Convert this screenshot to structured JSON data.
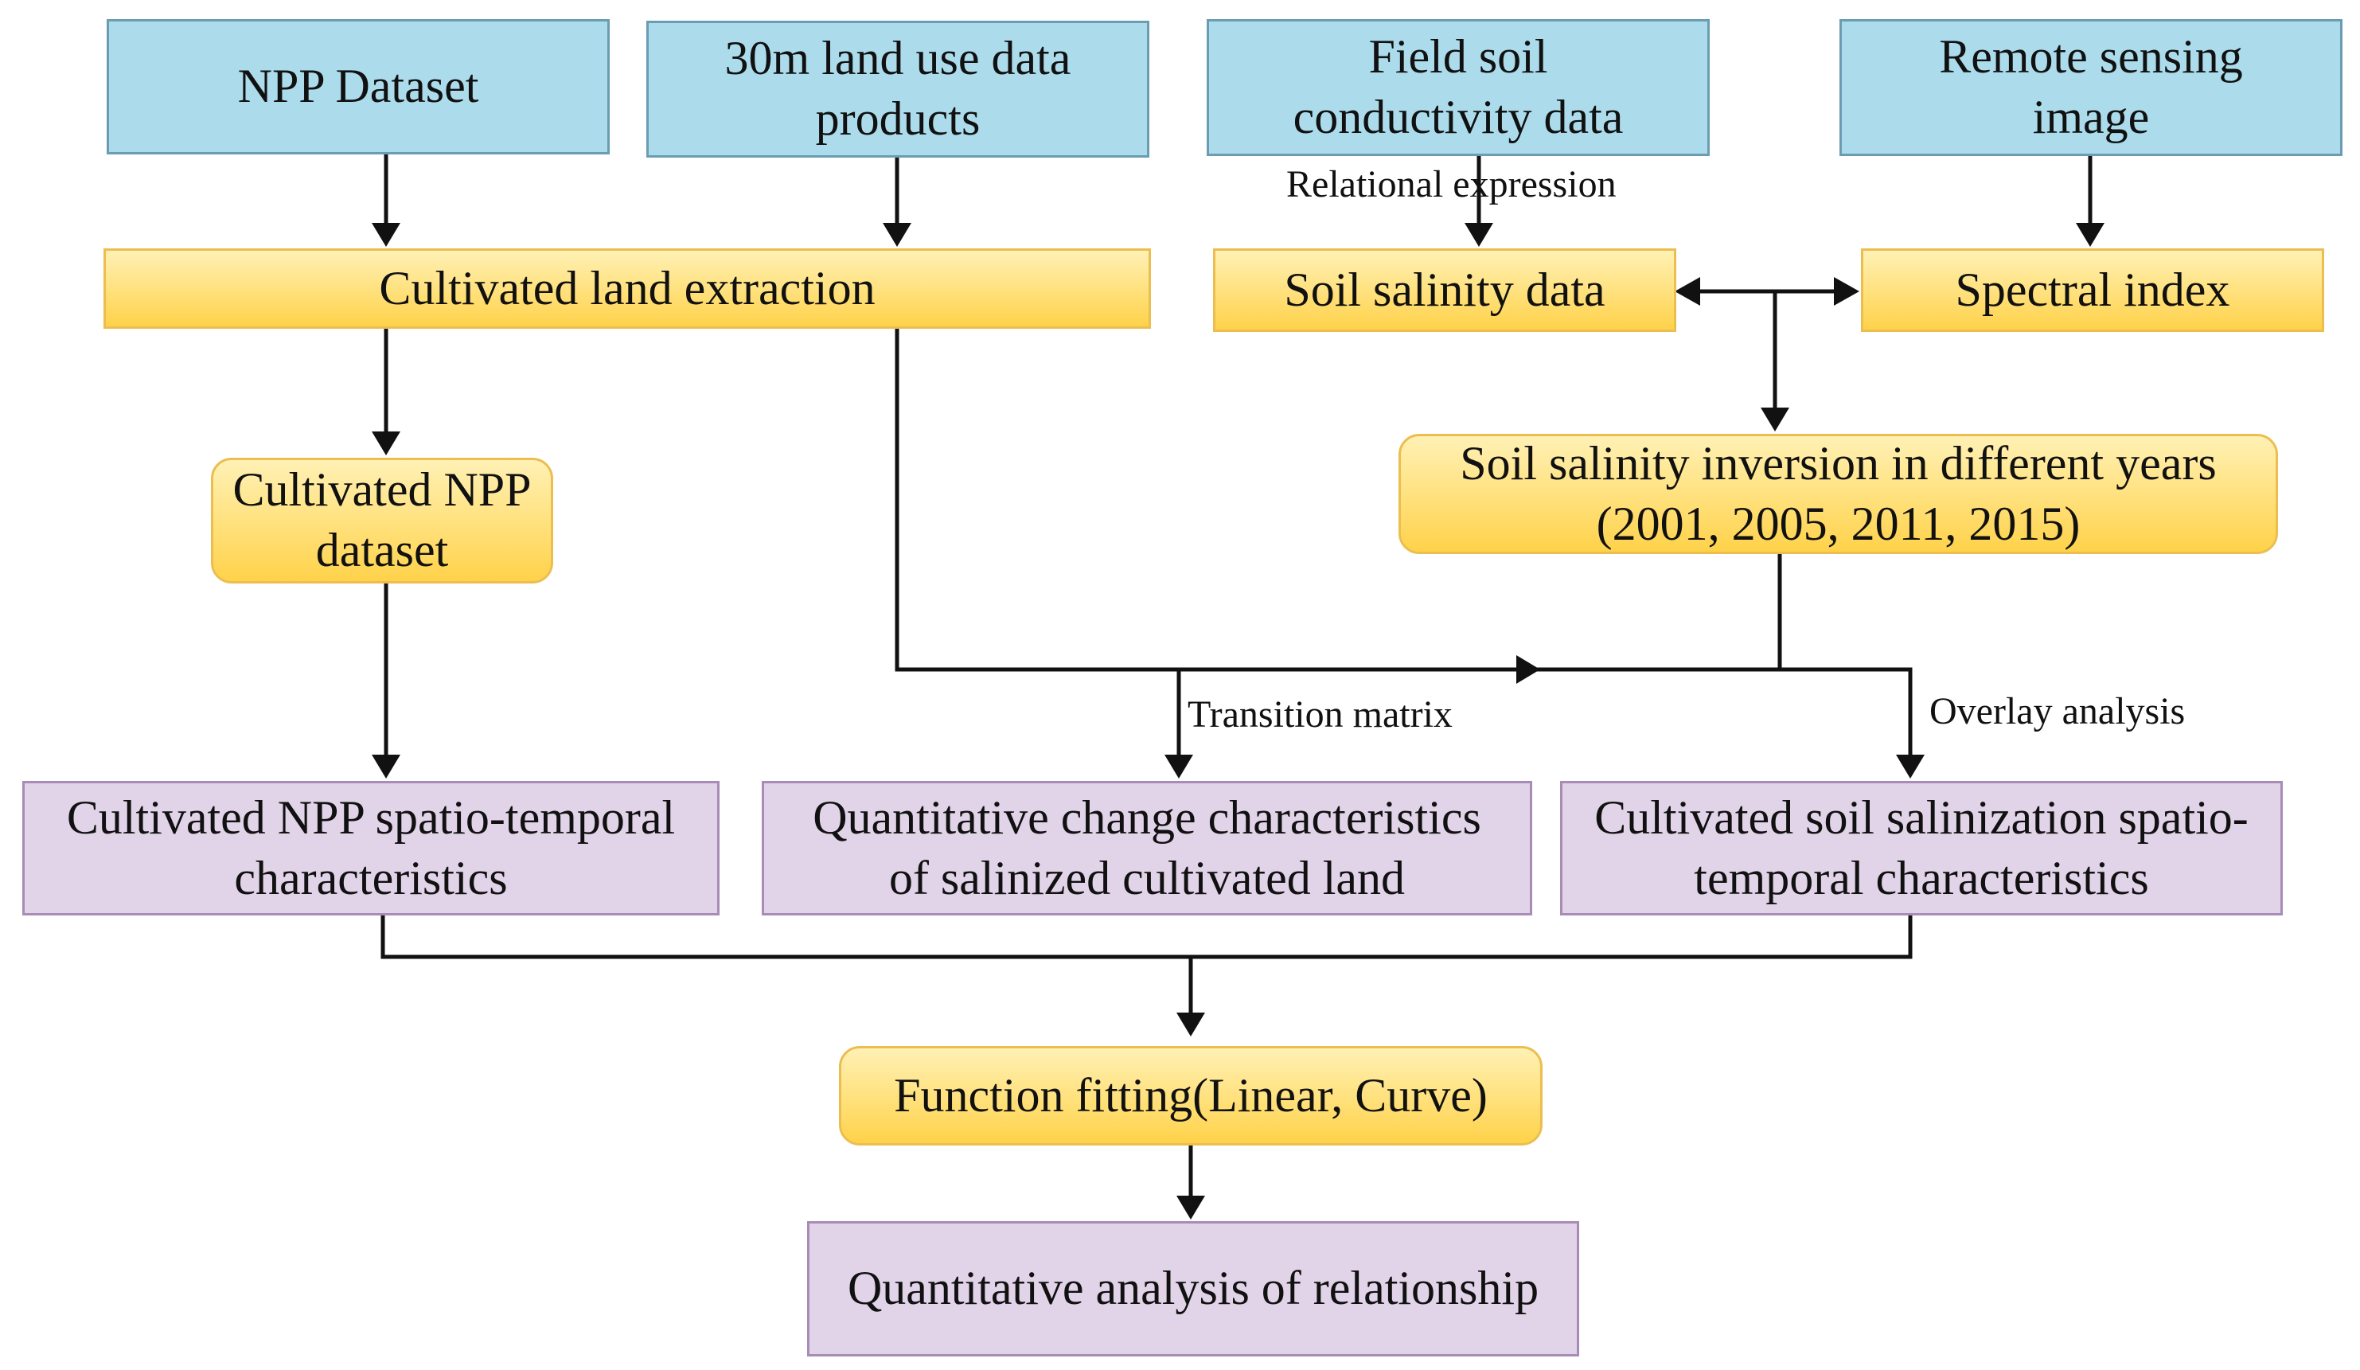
{
  "inputs": {
    "npp_dataset": "NPP Dataset",
    "land_use": [
      "30m land use data",
      "products"
    ],
    "field_soil": [
      "Field soil",
      "conductivity data"
    ],
    "remote_sensing": [
      "Remote sensing",
      "image"
    ]
  },
  "processing": {
    "cultivated_extraction": "Cultivated land extraction",
    "soil_salinity": "Soil salinity data",
    "spectral_index": "Spectral index",
    "cultivated_npp": [
      "Cultivated NPP",
      "dataset"
    ],
    "salinity_inversion": [
      "Soil salinity inversion in different years",
      "(2001, 2005, 2011, 2015)"
    ]
  },
  "outputs": {
    "npp_characteristics": [
      "Cultivated NPP spatio-temporal",
      "characteristics"
    ],
    "quantitative_change": [
      "Quantitative change characteristics",
      "of salinized cultivated land"
    ],
    "salinization_characteristics": [
      "Cultivated soil salinization spatio-",
      "temporal characteristics"
    ]
  },
  "synthesis": {
    "function_fitting": "Function fitting(Linear, Curve)",
    "relationship": "Quantitative analysis of relationship"
  },
  "edge_labels": {
    "relational": "Relational expression",
    "transition": "Transition matrix",
    "overlay": "Overlay analysis"
  },
  "colors": {
    "input_fill": "#acdcec",
    "process_fill": "#ffd24a",
    "output_fill": "#e1d3e8",
    "arrow": "#111111"
  }
}
